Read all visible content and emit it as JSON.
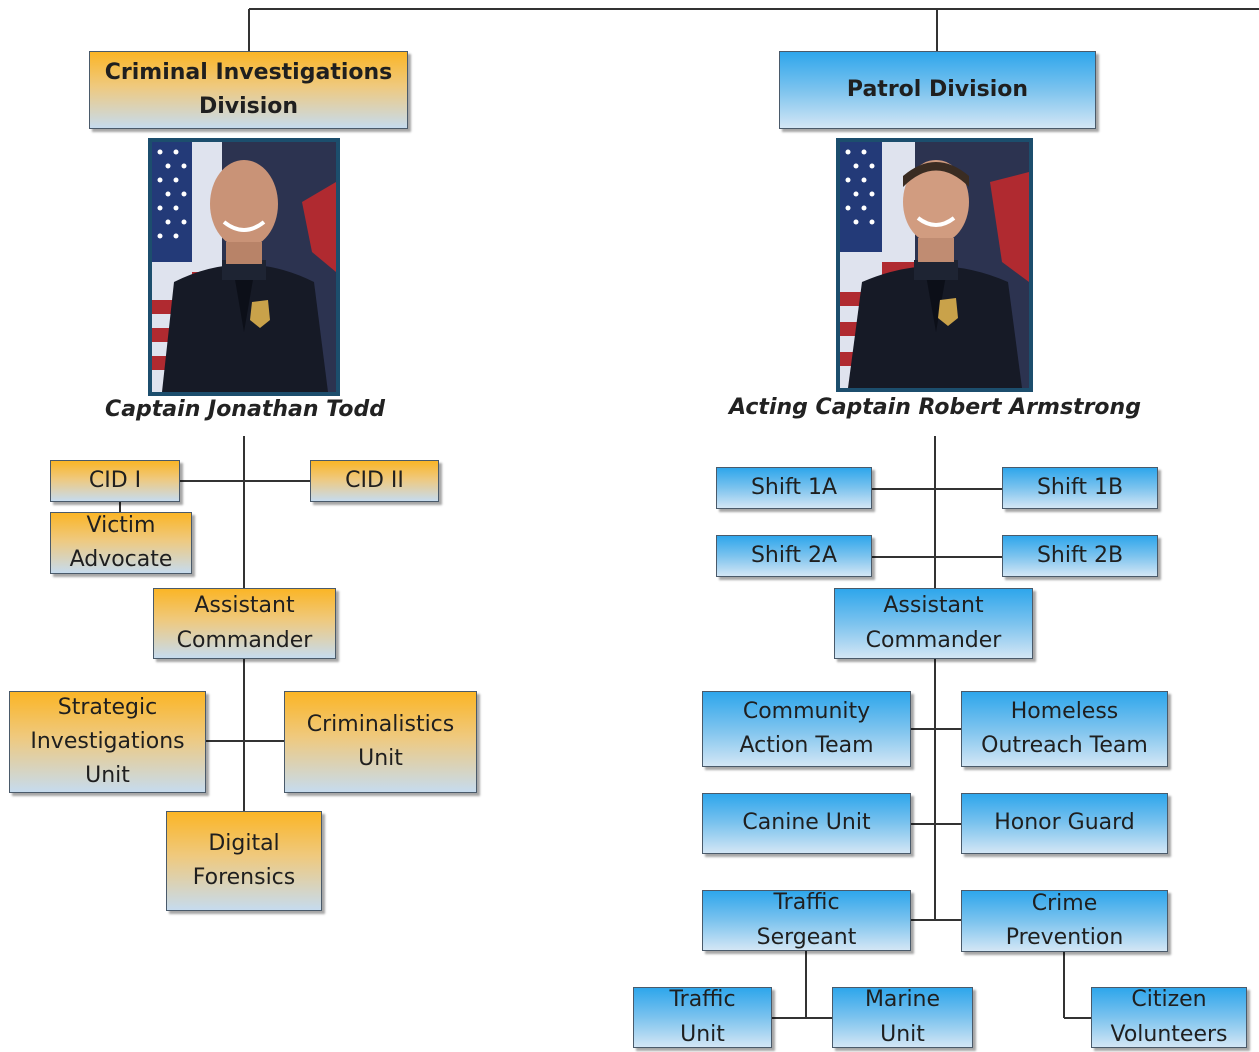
{
  "divisions": {
    "cid": {
      "title": "Criminal Investigations\nDivision",
      "captain": "Captain Jonathan Todd",
      "units": {
        "cid1": "CID I",
        "cid2": "CID II",
        "victim": "Victim\nAdvocate",
        "assistant": "Assistant\nCommander",
        "strategic": "Strategic\nInvestigations\nUnit",
        "criminalistics": "Criminalistics\nUnit",
        "digital": "Digital\nForensics"
      }
    },
    "patrol": {
      "title": "Patrol Division",
      "captain": "Acting Captain Robert Armstrong",
      "units": {
        "shift1a": "Shift 1A",
        "shift1b": "Shift 1B",
        "shift2a": "Shift 2A",
        "shift2b": "Shift 2B",
        "assistant": "Assistant\nCommander",
        "community": "Community\nAction Team",
        "homeless": "Homeless\nOutreach Team",
        "canine": "Canine Unit",
        "honor": "Honor Guard",
        "trafficSgt": "Traffic\nSergeant",
        "crime": "Crime\nPrevention",
        "trafficUnit": "Traffic\nUnit",
        "marine": "Marine\nUnit",
        "citizen": "Citizen\nVolunteers"
      }
    }
  },
  "colors": {
    "cid": "#fbb526",
    "patrol": "#2ea6ec",
    "line": "#333333"
  }
}
